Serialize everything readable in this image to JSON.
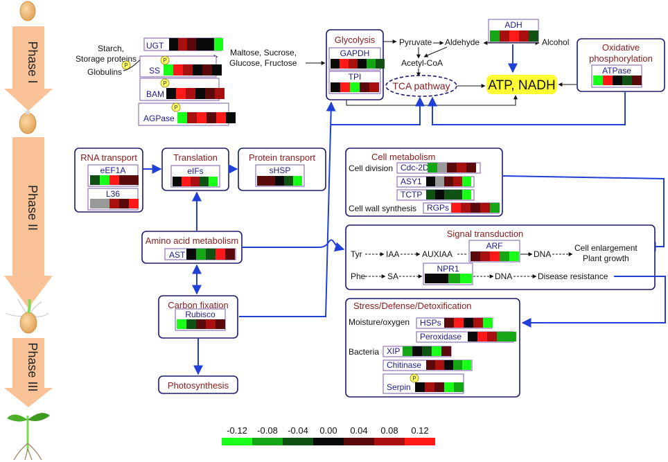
{
  "phases": [
    {
      "label": "Phase I"
    },
    {
      "label": "Phase II"
    },
    {
      "label": "Phase III"
    }
  ],
  "colors": {
    "box_border": "#1a1a6e",
    "title_text": "#8b1a1a",
    "protein_text": "#1a1a8c",
    "blue_arrow": "#1f3fd6",
    "protein_box_border": "#7a5aa8",
    "phase_arrow": "#f9c397",
    "highlight": "#ffff33"
  },
  "heat_palette": {
    "G": "#1aff1a",
    "g": "#14a614",
    "d": "#0f5214",
    "k": "#0a0a0a",
    "r": "#5a0a0a",
    "R": "#a80f0f",
    "X": "#ff1a1a",
    "n": "#999999"
  },
  "metabolism": {
    "input_text": [
      "Starch,",
      "Storage proteins"
    ],
    "globulins": "Globulins",
    "sugars_text": [
      "Maltose, Sucrose,",
      "Glucose, Fructose"
    ],
    "pyruvate": "Pyruvate",
    "aldehyde": "Aldehyde",
    "alcohol": "Alcohol",
    "acetyl_coa": "Acetyl-CoA",
    "tca": "TCA pathway",
    "atp_nadh": "ATP, NADH",
    "phospho": "P"
  },
  "modules": {
    "glycolysis": "Glycolysis",
    "oxphos": [
      "Oxidative",
      "phosphorylation"
    ],
    "rna_transport": "RNA transport",
    "translation": "Translation",
    "protein_transport": "Protein transport",
    "amino_acid": "Amino acid metabolism",
    "carbon_fixation": "Carbon fixation",
    "photosynthesis": "Photosynthesis",
    "cell_metabolism": "Cell metabolism",
    "signal_transduction": "Signal transduction",
    "stress": "Stress/Defense/Detoxification"
  },
  "cell_labels": {
    "cell_division": "Cell division",
    "cell_wall": "Cell wall synthesis",
    "moisture": "Moisture/oxygen",
    "bacteria": "Bacteria"
  },
  "signal": {
    "tyr": "Tyr",
    "iaa": "IAA",
    "auxiaa": "AUXIAA",
    "dna": "DNA",
    "outcome1": [
      "Cell enlargement",
      "Plant growth"
    ],
    "phe": "Phe",
    "sa": "SA",
    "outcome2": "Disease resistance"
  },
  "proteins": [
    {
      "id": "UGT",
      "label": "UGT",
      "pattern": "kRrkkG"
    },
    {
      "id": "SS",
      "label": "SS",
      "pattern": "GXRkrk"
    },
    {
      "id": "BAM",
      "label": "BAM",
      "pattern": "kXRkrR"
    },
    {
      "id": "AGPase",
      "label": "AGPase",
      "pattern": "GRXrXk"
    },
    {
      "id": "GAPDH",
      "label": "GAPDH",
      "pattern": "kXRkgd"
    },
    {
      "id": "TPI",
      "label": "TPI",
      "pattern": "kXGrR"
    },
    {
      "id": "ADH",
      "label": "ADH",
      "pattern": "gRXRd"
    },
    {
      "id": "ATPase",
      "label": "ATPase",
      "pattern": "GXkdr"
    },
    {
      "id": "eEF1A",
      "label": "eEF1A",
      "pattern": "dGXrr"
    },
    {
      "id": "L36",
      "label": "L36",
      "pattern": "nnRrX"
    },
    {
      "id": "eIFs",
      "label": "eIFs",
      "pattern": "kXRdG"
    },
    {
      "id": "sHSP",
      "label": "sHSP",
      "pattern": "rrkdG"
    },
    {
      "id": "AST",
      "label": "AST",
      "pattern": "kgdXr"
    },
    {
      "id": "Rubisco",
      "label": "Rubisco",
      "pattern": "GdrRr"
    },
    {
      "id": "Cdc2D",
      "label": "Cdc-2D",
      "pattern": "gnrRr"
    },
    {
      "id": "ASY1",
      "label": "ASY1",
      "pattern": "knrRG"
    },
    {
      "id": "TCTP",
      "label": "TCTP",
      "pattern": "dkddG"
    },
    {
      "id": "RGPs",
      "label": "RGPs",
      "pattern": "XRrRg"
    },
    {
      "id": "ARF",
      "label": "ARF",
      "pattern": "rRXgG"
    },
    {
      "id": "NPR1",
      "label": "NPR1",
      "pattern": "kkgG"
    },
    {
      "id": "HSPs",
      "label": "HSPs",
      "pattern": "rXkRG"
    },
    {
      "id": "Peroxidase",
      "label": "Peroxidase",
      "pattern": "kXRgg"
    },
    {
      "id": "XIP",
      "label": "XIP",
      "pattern": "gkdGr"
    },
    {
      "id": "Chitinase",
      "label": "Chitinase",
      "pattern": "rRkgG"
    },
    {
      "id": "Serpin",
      "label": "Serpin",
      "pattern": "kRrGg"
    }
  ],
  "legend": {
    "ticks": [
      "-0.12",
      "-0.08",
      "-0.04",
      "0.00",
      "0.04",
      "0.08",
      "0.12"
    ],
    "colors": [
      "#1aff1a",
      "#14a614",
      "#0f5214",
      "#0a0a0a",
      "#5a0a0a",
      "#a80f0f",
      "#ff1a1a"
    ]
  }
}
